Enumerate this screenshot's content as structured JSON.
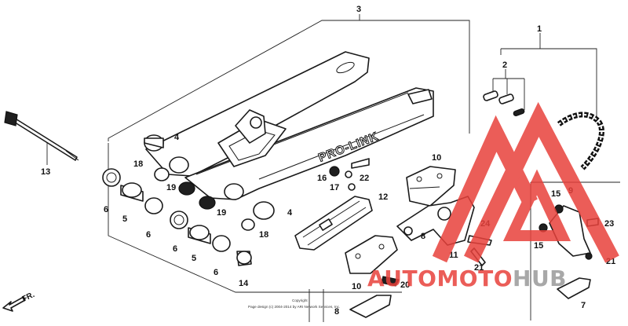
{
  "diagram": {
    "callouts": [
      {
        "id": "c3",
        "text": "3"
      },
      {
        "id": "c1",
        "text": "1"
      },
      {
        "id": "c2",
        "text": "2"
      },
      {
        "id": "c4a",
        "text": "4"
      },
      {
        "id": "c4b",
        "text": "4"
      },
      {
        "id": "c13",
        "text": "13"
      },
      {
        "id": "c18a",
        "text": "18"
      },
      {
        "id": "c18b",
        "text": "18"
      },
      {
        "id": "c19a",
        "text": "19"
      },
      {
        "id": "c19b",
        "text": "19"
      },
      {
        "id": "c6a",
        "text": "6"
      },
      {
        "id": "c6b",
        "text": "6"
      },
      {
        "id": "c6c",
        "text": "6"
      },
      {
        "id": "c6d",
        "text": "6"
      },
      {
        "id": "c5a",
        "text": "5"
      },
      {
        "id": "c5b",
        "text": "5"
      },
      {
        "id": "c14",
        "text": "14"
      },
      {
        "id": "c16",
        "text": "16"
      },
      {
        "id": "c22",
        "text": "22"
      },
      {
        "id": "c17",
        "text": "17"
      },
      {
        "id": "c12",
        "text": "12"
      },
      {
        "id": "c10a",
        "text": "10"
      },
      {
        "id": "c10b",
        "text": "10"
      },
      {
        "id": "c8a",
        "text": "8"
      },
      {
        "id": "c8b",
        "text": "8"
      },
      {
        "id": "c11",
        "text": "11"
      },
      {
        "id": "c24",
        "text": "24"
      },
      {
        "id": "c21a",
        "text": "21"
      },
      {
        "id": "c21b",
        "text": "21"
      },
      {
        "id": "c20",
        "text": "20"
      },
      {
        "id": "c9",
        "text": "9"
      },
      {
        "id": "c15a",
        "text": "15"
      },
      {
        "id": "c15b",
        "text": "15"
      },
      {
        "id": "c23",
        "text": "23"
      },
      {
        "id": "c7",
        "text": "7"
      }
    ],
    "swingarm_lettering": "PRO-LINK",
    "direction_label": "FR.",
    "copyright_lines": [
      "Copyright",
      "Page design (c) 2004-2014 by ARI Network Services, Inc."
    ]
  },
  "watermark": {
    "brand_text": "AUTOMOTOHUB",
    "colors": {
      "red": "#e8413b",
      "gray": "#9a9a9a"
    }
  }
}
